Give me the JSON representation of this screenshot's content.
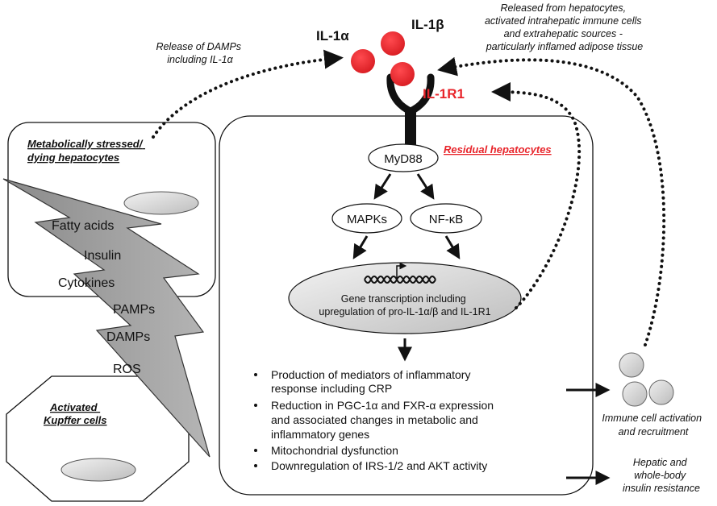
{
  "ligands": {
    "il1a_label": "IL-1α",
    "il1b_label": "IL-1β",
    "receptor_label": "IL-1R1",
    "ligand_color": "#e8252b",
    "receptor_label_color": "#e8252b"
  },
  "annotations": {
    "damps_release": [
      "Release of DAMPs",
      "including IL-1α"
    ],
    "sources": [
      "Released from hepatocytes,",
      "activated intrahepatic immune cells",
      "and extrahepatic sources -",
      "particularly inflamed adipose tissue"
    ]
  },
  "stressed_hepatocytes": {
    "title": [
      "Metabolically stressed/",
      "dying hepatocytes"
    ]
  },
  "kupffer": {
    "title": [
      "Activated",
      "Kupffer cells"
    ]
  },
  "bolt_items": [
    "Fatty acids",
    "Insulin",
    "Cytokines",
    "PAMPs",
    "DAMPs",
    "ROS"
  ],
  "residual": {
    "title": "Residual hepatocytes",
    "title_color": "#e8252b",
    "myd88": "MyD88",
    "mapks": "MAPKs",
    "nfkb": "NF-κB",
    "gene_transcription": [
      "Gene transcription including",
      "upregulation of pro-IL-1α/β and IL-1R1"
    ],
    "bullets": [
      [
        "Production of mediators of inflammatory",
        "response including CRP"
      ],
      [
        "Reduction in PGC-1α and FXR-α expression",
        "and associated changes in metabolic and",
        "inflammatory genes"
      ],
      [
        "Mitochondrial dysfunction"
      ],
      [
        "Downregulation of IRS-1/2 and AKT activity"
      ]
    ]
  },
  "outcomes": {
    "immune": [
      "Immune cell activation",
      "and recruitment"
    ],
    "insulin": [
      "Hepatic and",
      "whole-body",
      "insulin resistance"
    ]
  },
  "icons": {
    "bullet": "bullet-dot-icon",
    "promoter": "promoter-arrow-icon",
    "dna": "dna-helix-icon"
  }
}
